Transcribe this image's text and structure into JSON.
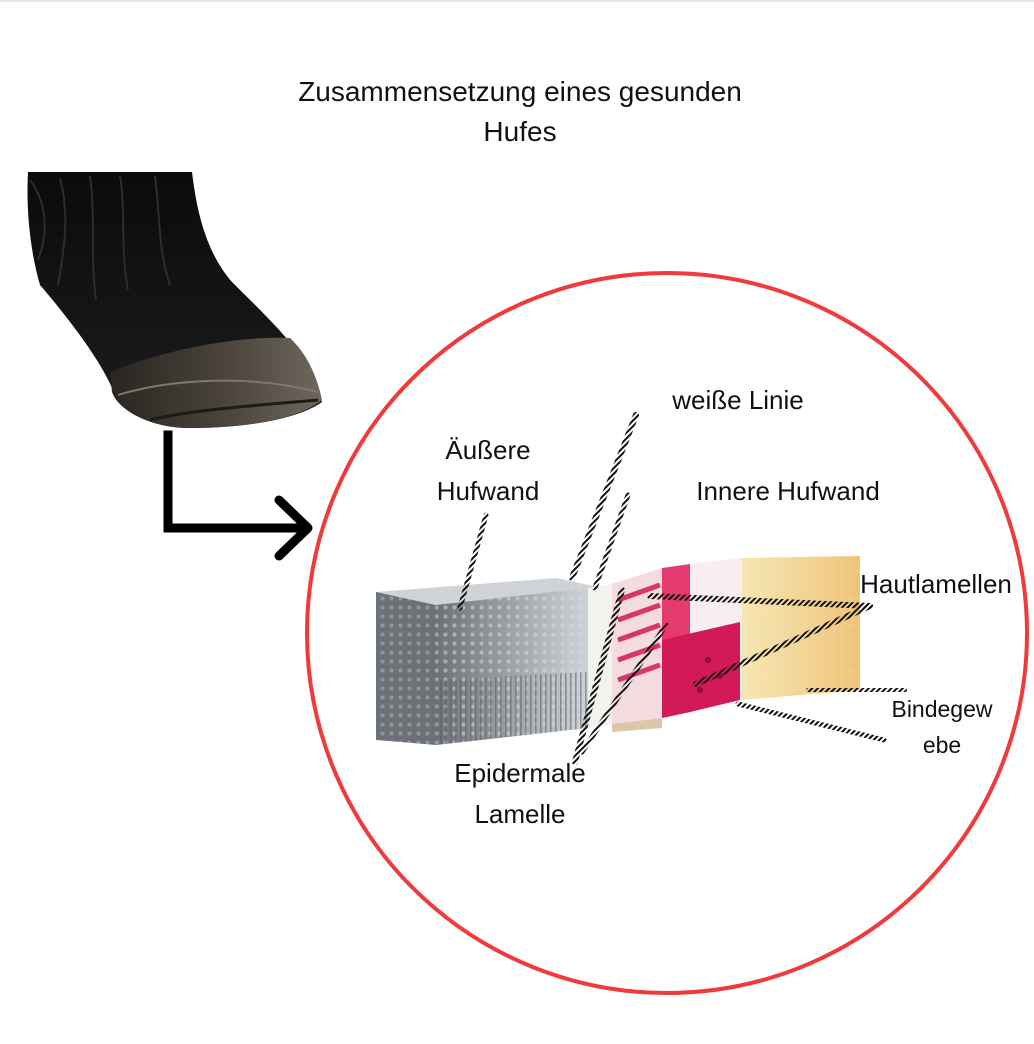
{
  "title": {
    "line1": "Zusammensetzung eines gesunden",
    "line2": "Hufes"
  },
  "labels": {
    "aeussere_line1": "Äußere",
    "aeussere_line2": "Hufwand",
    "weisse_linie": "weiße Linie",
    "innere_hufwand": "Innere Hufwand",
    "hautlamellen": "Hautlamellen",
    "bindegewebe_line1": "Bindegew",
    "bindegewebe_line2": "ebe",
    "epidermale_line1": "Epidermale",
    "epidermale_line2": "Lamelle"
  },
  "colors": {
    "circle": "#ef3b3b",
    "arrow": "#000000",
    "leader": "#1a1a1a"
  }
}
